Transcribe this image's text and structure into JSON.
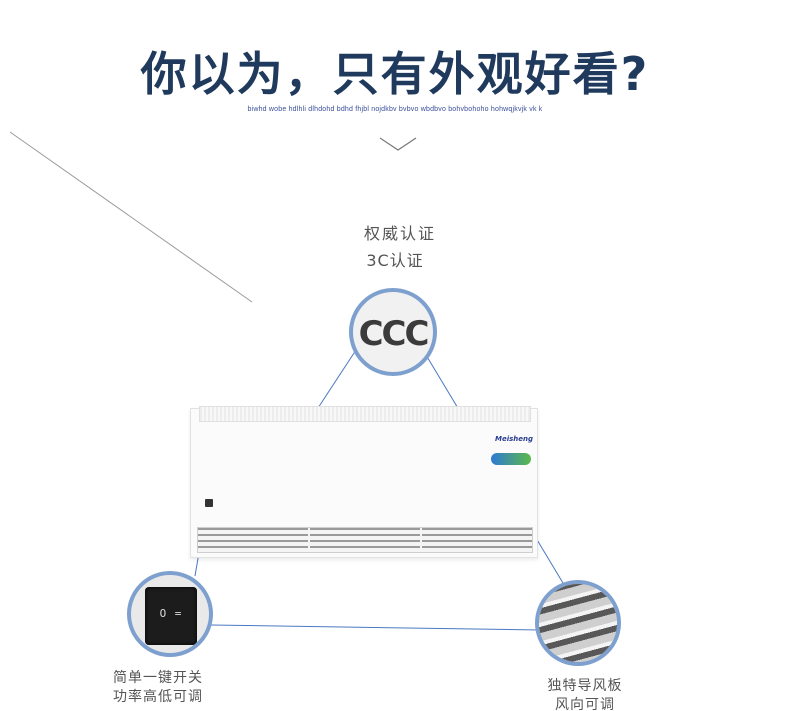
{
  "header": {
    "headline": "你以为，只有外观好看?",
    "subline": "biwhd wobe hdlhli dlhdohd bdhd fhjbl nojdkbv bvbvo wbdbvo bohvbohoho    hohwqjkvjk vk k"
  },
  "certification": {
    "title": "权威认证",
    "subtitle": "3C认证",
    "mark": "CCC"
  },
  "product": {
    "logo": "Meisheng"
  },
  "switch_feature": {
    "line1": "简单一键开关",
    "line2": "功率高低可调",
    "marks": "O =",
    "icon": "rocker-switch-icon"
  },
  "vent_feature": {
    "line1": "独特导风板",
    "line2": "风向可调",
    "icon": "vent-louver-icon"
  },
  "colors": {
    "headline": "#1f3a5c",
    "accent_line": "#4a78c2",
    "bubble_border": "#7ea0cf"
  }
}
